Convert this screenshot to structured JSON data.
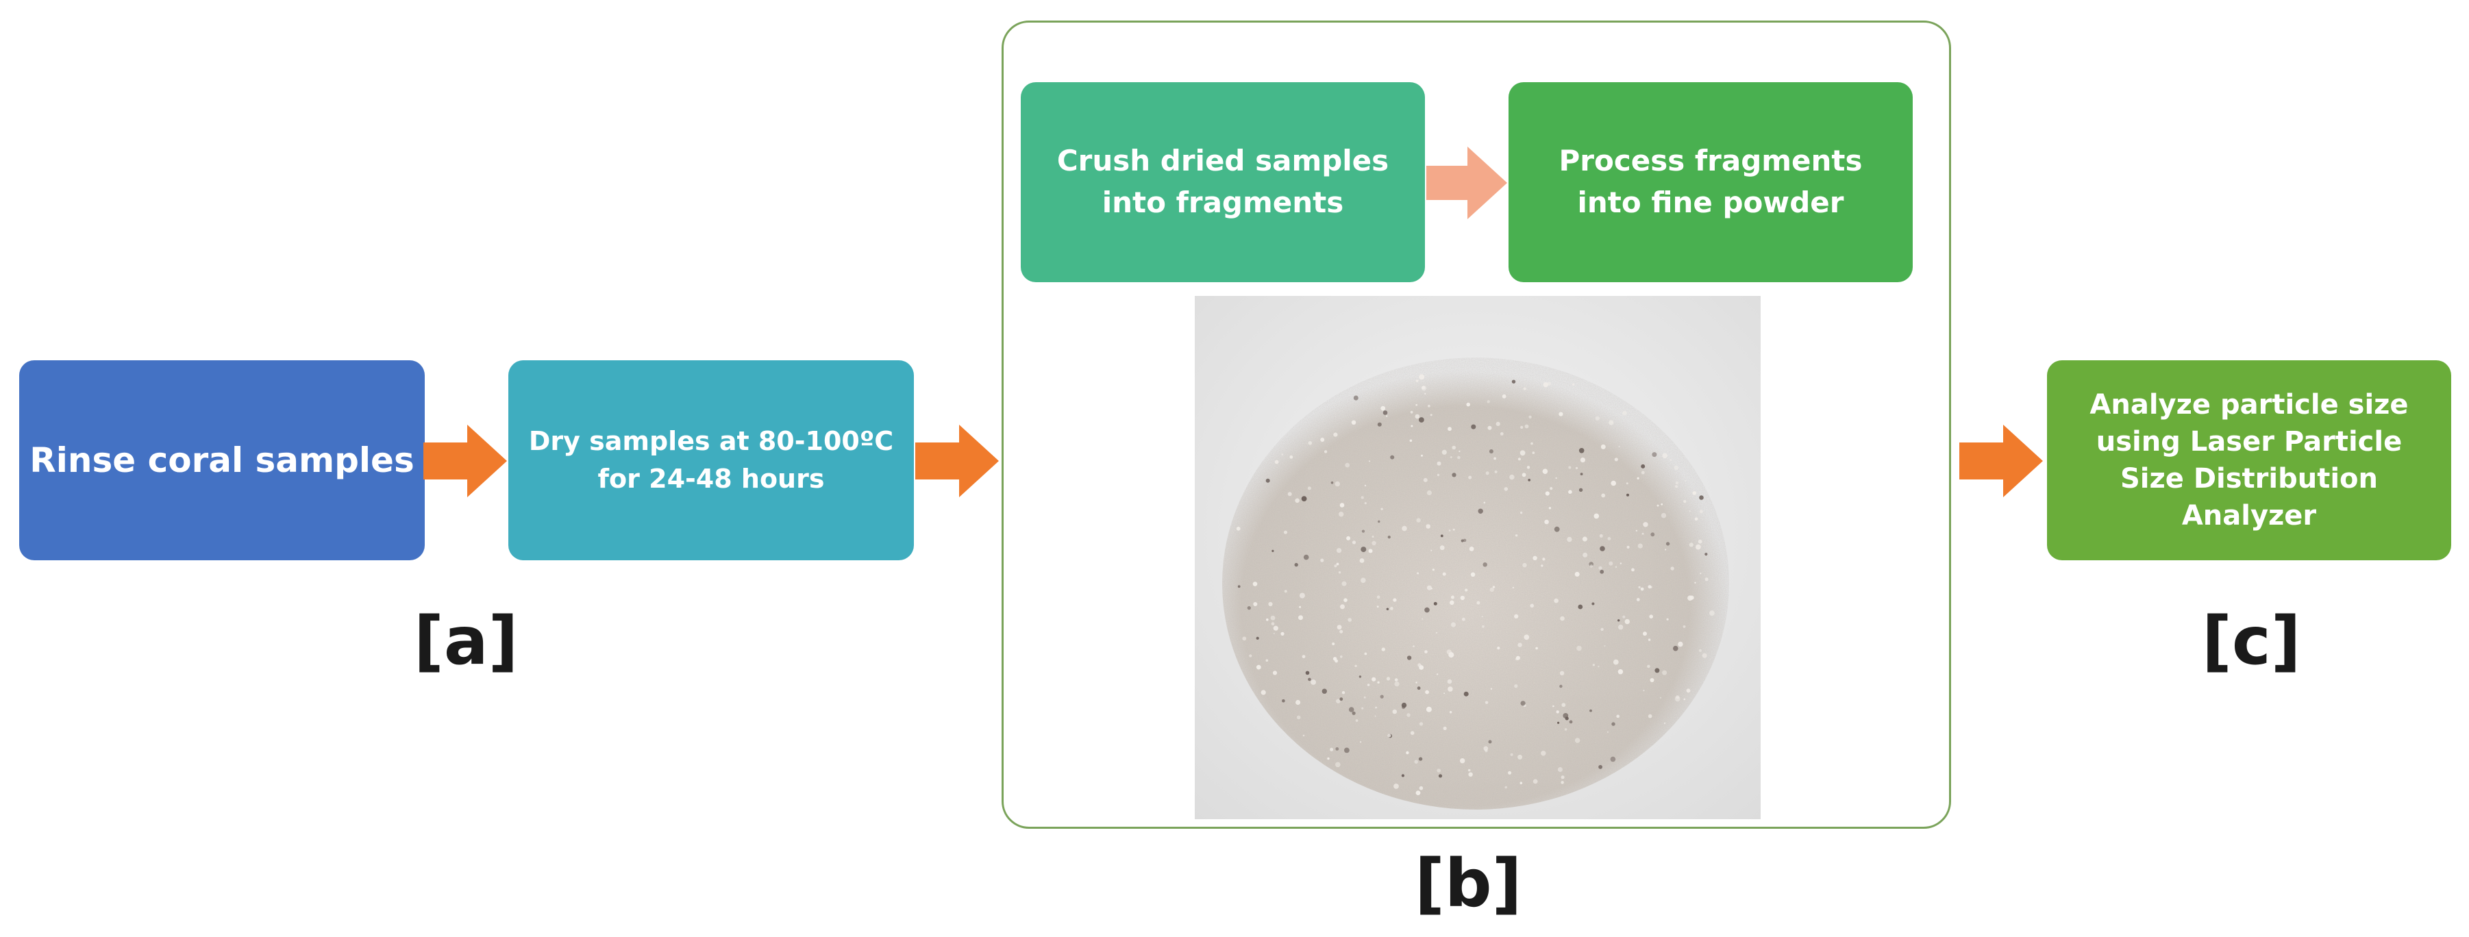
{
  "steps": {
    "rinse": "Rinse coral samples",
    "dry": "Dry samples at 80-100ºC\nfor 24-48 hours",
    "crush": "Crush dried samples\ninto fragments",
    "process": "Process fragments\ninto fine powder",
    "analyze": "Analyze particle size\nusing Laser Particle\nSize Distribution\nAnalyzer"
  },
  "labels": {
    "a": "[a]",
    "b": "[b]",
    "c": "[c]"
  },
  "colors": {
    "rinse": "#4472c4",
    "dry": "#3fadbf",
    "crush": "#45b88a",
    "process": "#49b050",
    "analyze": "#6aad3a",
    "arrow": "#f07b2c",
    "arrow_light": "#f4a98a",
    "frame_border": "#7aa35a"
  }
}
